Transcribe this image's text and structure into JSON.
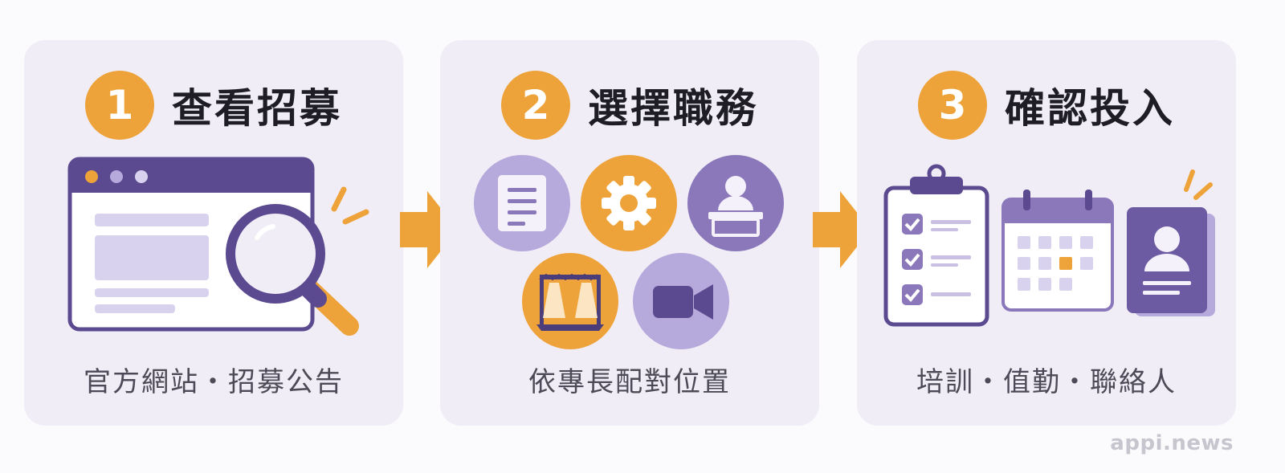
{
  "steps": [
    {
      "number": "1",
      "title": "查看招募",
      "caption": "官方網站・招募公告"
    },
    {
      "number": "2",
      "title": "選擇職務",
      "caption": "依專長配對位置"
    },
    {
      "number": "3",
      "title": "確認投入",
      "caption": "培訓・值勤・聯絡人"
    }
  ],
  "watermark": "appi.news",
  "colors": {
    "accent_orange": "#eea33a",
    "purple_dark": "#5b4a8f",
    "purple_mid": "#8a78ba",
    "purple_light": "#b6a9dc",
    "card_bg": "#f0edf7"
  }
}
